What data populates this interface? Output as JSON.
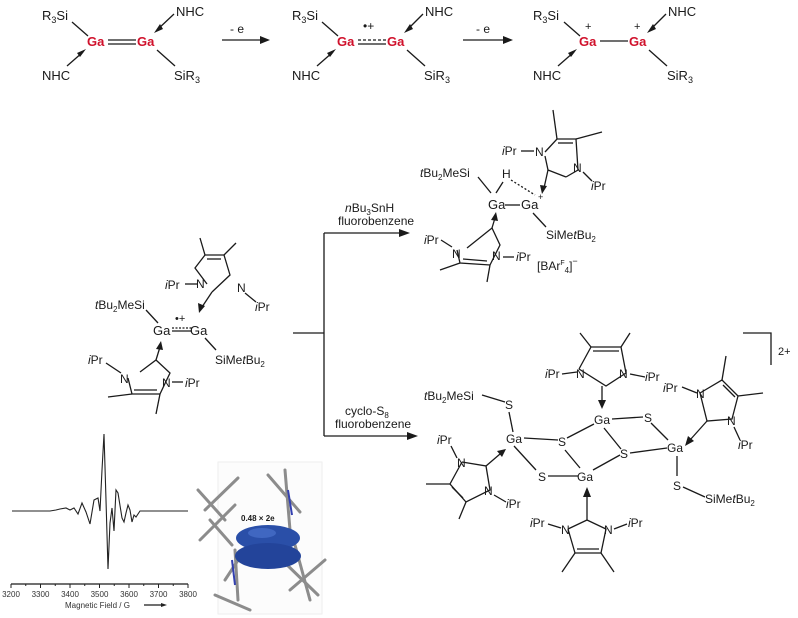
{
  "top_row": {
    "reagent_step1": "- e",
    "reagent_step2": "- e",
    "neutral": {
      "left_sub": "R3Si",
      "right_top": "NHC",
      "left_bottom": "NHC",
      "right_sub": "SiR3",
      "metal": "Ga"
    },
    "radical_cation": {
      "charge": "•+"
    },
    "dication": {
      "charge_left": "+",
      "charge_right": "+"
    }
  },
  "center_compound": {
    "silyl_left": "tBu2MeSi",
    "silyl_right": "SiMetBu2",
    "charge": "•+",
    "ligand_label": "iPr"
  },
  "branch_upper": {
    "reagent": "nBu3SnH",
    "solvent": "fluorobenzene",
    "counter_anion": "[BArF4]−",
    "hydride": "H"
  },
  "branch_lower": {
    "reagent": "cyclo-S8",
    "solvent": "fluorobenzene",
    "overall_charge": "2+",
    "sulfur": "S"
  },
  "epr_spectrum": {
    "xlabel": "Magnetic Field / G",
    "ticks": [
      "3200",
      "3300",
      "3400",
      "3500",
      "3600",
      "3700",
      "3800"
    ]
  },
  "orbital_image": {
    "label": "0.48 × 2e",
    "orbital_color": "#2a4fa8"
  }
}
